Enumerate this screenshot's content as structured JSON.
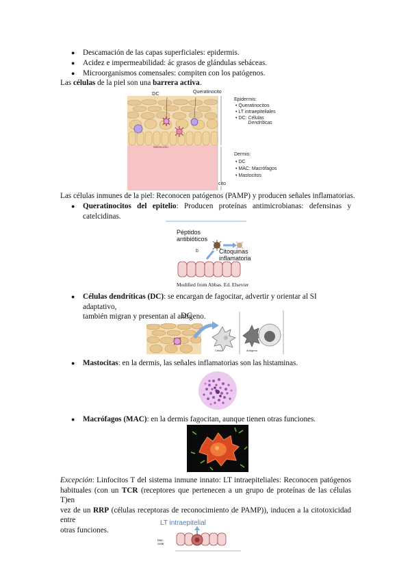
{
  "bullets_top": [
    "Descamación de las capas superficiales: epidermis.",
    "Acidez e impermeabilidad: ác grasos de glándulas sebáceas.",
    "Microorganismos comensales: compiten con los patógenos."
  ],
  "intro": {
    "pre": "Las ",
    "bold1": "células",
    "mid": " de la piel son una ",
    "bold2": "barrera activa",
    "post": "."
  },
  "fig1": {
    "dc": "DC",
    "queratinocito": "Queratinocito",
    "melanocito": "Melanocito",
    "epidermis_title": "Epidermis:",
    "epidermis_items": [
      "Queratinocitos",
      "LT intraepiteliales"
    ],
    "dc_item": "DC: ",
    "dc_item_it": "Células Dendríticas",
    "dermis_title": "Dermis:",
    "dermis_items": [
      "DC",
      "MAC: Macrófagos",
      "Mastocitos"
    ],
    "cito": "cito"
  },
  "para_inmunes": "Las células inmunes de la piel: Reconocen patógenos (PAMP) y producen señales inflamatorias.",
  "queratinocitos": {
    "bold": "Queratinocitos del epitelio",
    "text1": ": Producen proteínas antimicrobianas: defensinas y",
    "text2": "catelcidinas."
  },
  "fig2": {
    "peptidos": "Péptidos antibióticos",
    "citoquinas": "Citoquinas inflamatoria",
    "credit": "Modified from Abbas. Ed. Elsevier"
  },
  "dendriticas": {
    "bold": "Células dendríticas (DC)",
    "text1": ": se encargan de fagocitar, advertir y orientar al SI adaptativo,",
    "text2": "también migran y presentan al antígeno."
  },
  "fig3": {
    "dc": "DC",
    "antigeno": "Antígeno",
    "celula": "Célula"
  },
  "mastocitos": {
    "bold": "Mastocitas",
    "text": ": en la dermis, las señales inflamatorias son las histaminas."
  },
  "macrofagos": {
    "bold": "Macrófagos (MAC)",
    "text": ": en la dermis fagocitan, aunque tienen otras funciones."
  },
  "excepcion": {
    "it": "Excepción",
    "l1": ": Linfocitos T del sistema inmune innato: LT intraepiteliales: Reconocen patógenos",
    "l2a": "habituales (con un ",
    "l2b": "TCR",
    "l2c": " (receptores que pertenecen a un grupo de proteínas de las células T)en",
    "l3a": "vez de un ",
    "l3b": "RRP",
    "l3c": " (células receptoras de reconocimiento de PAMP)), inducen a la citotoxicidad entre",
    "l4": "otras funciones."
  },
  "fig4": {
    "title": "LT intraepitelial",
    "side": "Muc. oviar"
  },
  "colors": {
    "skin_pink": "#f6c4c4",
    "skin_tan": "#e8cfa0",
    "arrow_blue": "#7fa9d9",
    "mac_red": "#d94a22"
  }
}
